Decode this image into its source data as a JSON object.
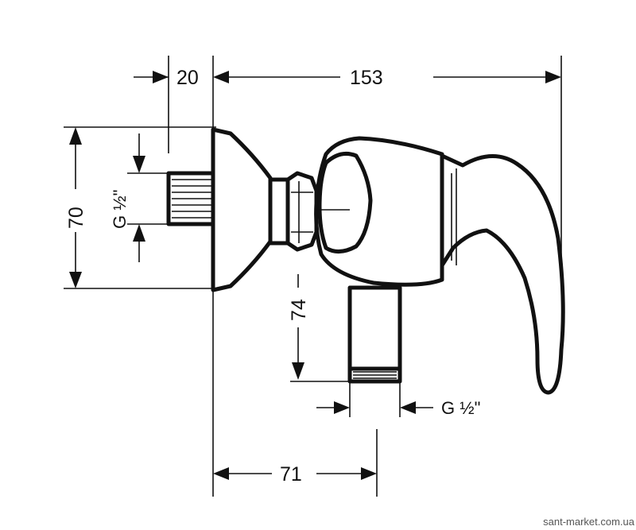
{
  "dimensions": {
    "top_left": "20",
    "top_total": "153",
    "left_height": "70",
    "inlet_thread": "G ½\"",
    "outlet_height": "74",
    "outlet_thread": "G ½\"",
    "bottom_width": "71"
  },
  "watermark": "sant-market.com.ua"
}
